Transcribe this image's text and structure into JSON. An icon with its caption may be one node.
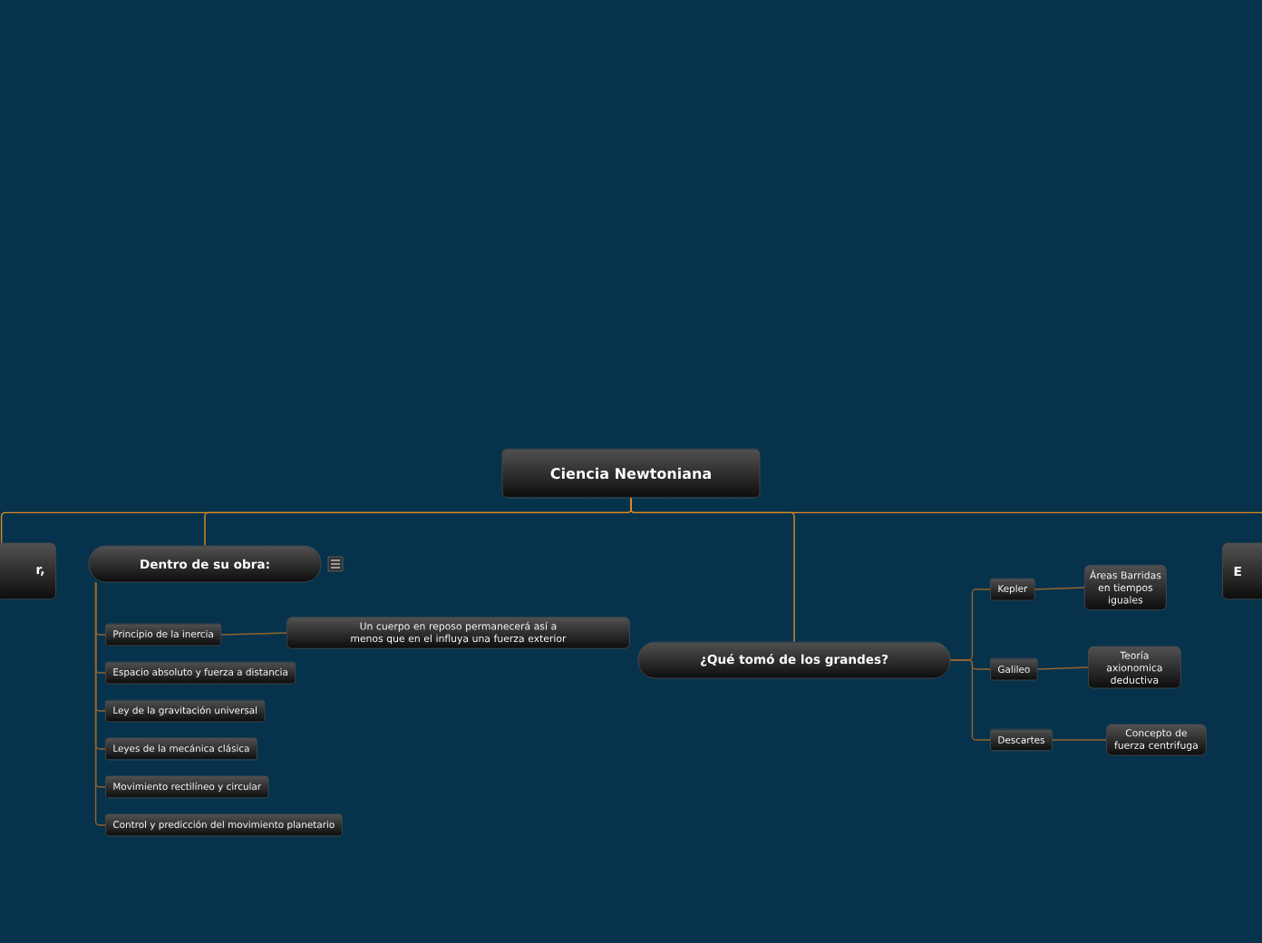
{
  "diagram": {
    "nodes": [
      {
        "text": [
          "Ciencia Newtoniana"
        ]
      },
      {
        "text": [
          "r,"
        ]
      },
      {
        "text": [
          "Dentro de su obra:"
        ]
      },
      {
        "text": [
          "Principio de la inercia"
        ]
      },
      {
        "text": [
          "Espacio absoluto y fuerza a distancia"
        ]
      },
      {
        "text": [
          "Ley de la gravitación universal"
        ]
      },
      {
        "text": [
          "Leyes de la mecánica clásica"
        ]
      },
      {
        "text": [
          "Movimiento rectilíneo y circular"
        ]
      },
      {
        "text": [
          "Control y predicción del movimiento planetario"
        ]
      },
      {
        "text": [
          "Un cuerpo en reposo permanecerá así a menos que en el influya una fuerza exterior"
        ]
      },
      {
        "text": [
          "¿Qué tomó de los grandes?"
        ]
      },
      {
        "text": [
          "Kepler"
        ]
      },
      {
        "text": [
          "Galileo"
        ]
      },
      {
        "text": [
          "Descartes"
        ]
      },
      {
        "text": [
          "Áreas Barridas en tiempos iguales"
        ]
      },
      {
        "text": [
          "Teoría axionomica deductiva"
        ]
      },
      {
        "text": [
          "Concepto de fuerza centrifuga"
        ]
      },
      {
        "text": [
          "E"
        ]
      }
    ],
    "edges": [
      {
        "from": 0,
        "to": 1,
        "arrow": "none",
        "color": "#e08a22"
      },
      {
        "from": 0,
        "to": 2,
        "arrow": "none",
        "color": "#e08a22"
      },
      {
        "from": 0,
        "to": 10,
        "arrow": "none",
        "color": "#e08a22"
      },
      {
        "from": 0,
        "to": 17,
        "arrow": "none",
        "color": "#e08a22"
      },
      {
        "from": 2,
        "to": 3,
        "arrow": "none"
      },
      {
        "from": 2,
        "to": 4,
        "arrow": "none"
      },
      {
        "from": 2,
        "to": 5,
        "arrow": "none"
      },
      {
        "from": 2,
        "to": 6,
        "arrow": "none"
      },
      {
        "from": 2,
        "to": 7,
        "arrow": "none"
      },
      {
        "from": 2,
        "to": 8,
        "arrow": "none"
      },
      {
        "from": 3,
        "to": 9,
        "arrow": "none"
      },
      {
        "from": 10,
        "to": 11,
        "arrow": "none"
      },
      {
        "from": 10,
        "to": 12,
        "arrow": "none"
      },
      {
        "from": 10,
        "to": 13,
        "arrow": "none"
      },
      {
        "from": 11,
        "to": 14,
        "arrow": "none"
      },
      {
        "from": 12,
        "to": 15,
        "arrow": "none"
      },
      {
        "from": 13,
        "to": 16,
        "arrow": "none"
      }
    ]
  }
}
